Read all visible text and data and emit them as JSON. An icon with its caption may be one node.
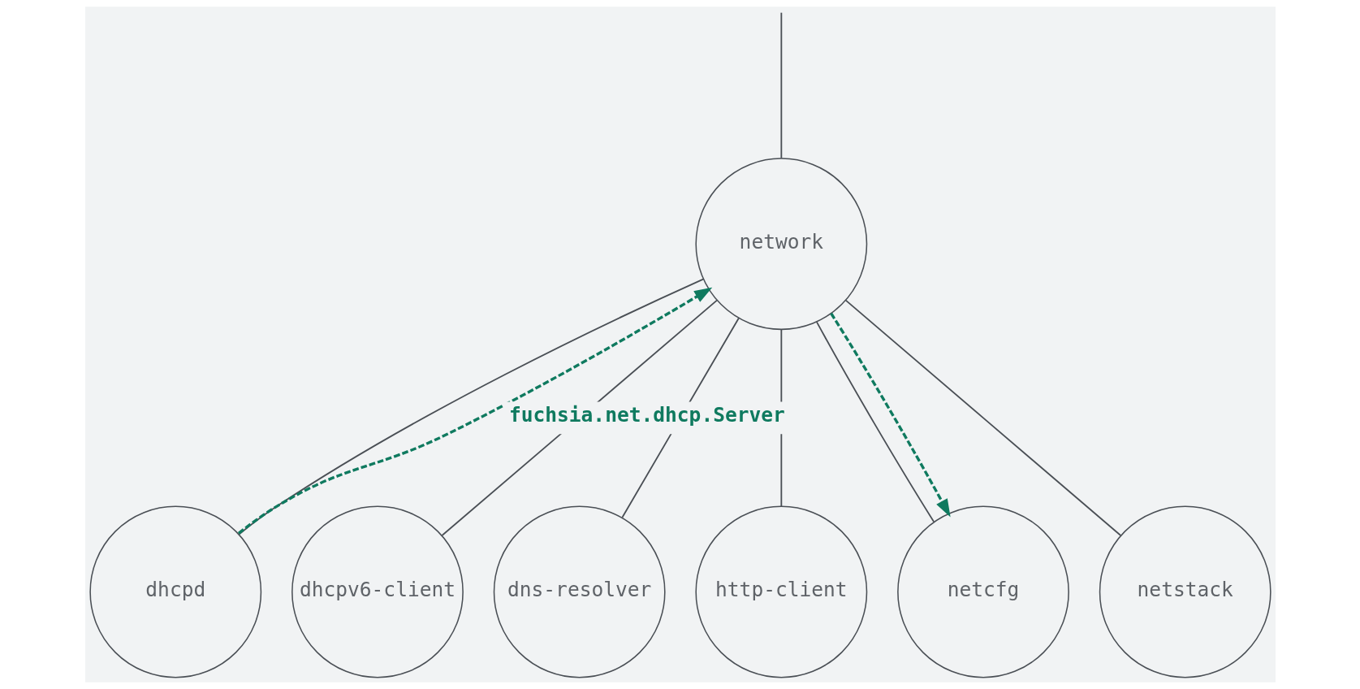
{
  "diagram": {
    "nodes": [
      {
        "text": [
          "network"
        ]
      },
      {
        "text": [
          "dhcpd"
        ]
      },
      {
        "text": [
          "dhcpv6-client"
        ]
      },
      {
        "text": [
          "dns-resolver"
        ]
      },
      {
        "text": [
          "http-client"
        ]
      },
      {
        "text": [
          "netcfg"
        ]
      },
      {
        "text": [
          "netstack"
        ]
      }
    ],
    "edges": [
      {
        "from": null,
        "to": 0,
        "arrow": "none"
      },
      {
        "from": 0,
        "to": 1,
        "arrow": "none"
      },
      {
        "from": 0,
        "to": 2,
        "arrow": "none"
      },
      {
        "from": 0,
        "to": 3,
        "arrow": "none"
      },
      {
        "from": 0,
        "to": 4,
        "arrow": "none"
      },
      {
        "from": 0,
        "to": 5,
        "arrow": "none"
      },
      {
        "from": 0,
        "to": 6,
        "arrow": "none"
      },
      {
        "from": 1,
        "to": 0,
        "arrow": "to",
        "label": "fuchsia.net.dhcp.Server",
        "style": "dashed",
        "color": "#0f7a5f"
      },
      {
        "from": 0,
        "to": 5,
        "arrow": "to",
        "style": "dashed",
        "color": "#0f7a5f"
      }
    ]
  }
}
